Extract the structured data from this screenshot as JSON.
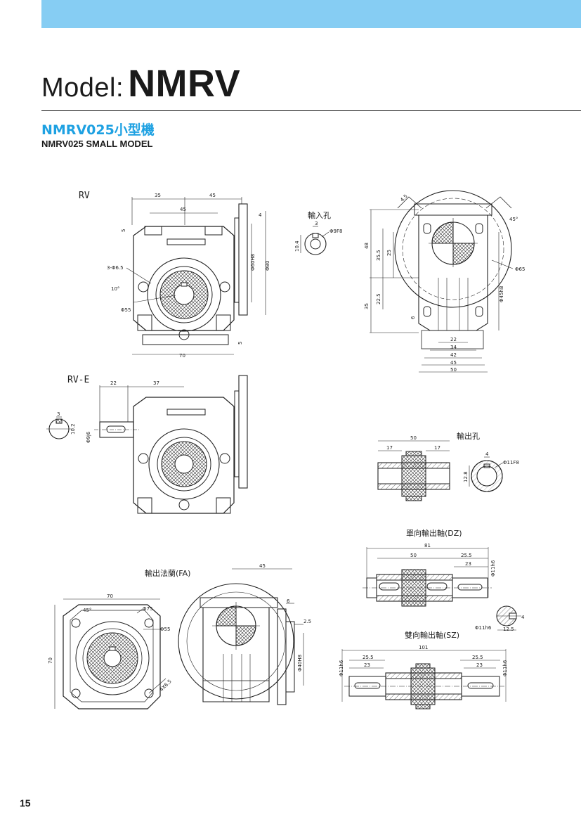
{
  "header": {
    "model_label": "Model:",
    "model_name": "NMRV",
    "subtitle_zh": "NMRV025小型機",
    "subtitle_en": "NMRV025 SMALL MODEL"
  },
  "page_number": "15",
  "drawings": {
    "rv": {
      "label": "RV",
      "dims": [
        "35",
        "45",
        "45",
        "4",
        "5",
        "Φ60H8",
        "Φ80",
        "3-Φ6.5",
        "10°",
        "Φ55",
        "70",
        "5"
      ]
    },
    "input_hole": {
      "title": "輸入孔",
      "dims": [
        "3",
        "Φ9F8",
        "10.4"
      ]
    },
    "side_view": {
      "dims": [
        "45°",
        "48",
        "35.5",
        "25",
        "Φ65",
        "Φ45h8",
        "22.5",
        "35",
        "6",
        "22",
        "34",
        "42",
        "45",
        "50",
        "4.5"
      ]
    },
    "rv_e": {
      "label": "RV-E",
      "dims": [
        "22",
        "37",
        "3",
        "10.2",
        "Φ9j6"
      ]
    },
    "output_hole": {
      "title": "輸出孔",
      "dims": [
        "50",
        "17",
        "17",
        "4",
        "Φ11F8",
        "12.8"
      ]
    },
    "single_shaft": {
      "title": "單向輸出軸(DZ)",
      "dims": [
        "81",
        "50",
        "25.5",
        "23",
        "Φ11h6",
        "4",
        "Φ11h6",
        "12.5"
      ]
    },
    "double_shaft": {
      "title": "雙向輸出軸(SZ)",
      "dims": [
        "101",
        "25.5",
        "23",
        "25.5",
        "23",
        "Φ11h6",
        "Φ11h6"
      ]
    },
    "flange": {
      "title": "輸出法蘭(FA)",
      "dims": [
        "70",
        "45°",
        "Φ75",
        "Φ55",
        "70",
        "4X6.5",
        "45",
        "6",
        "2.5",
        "Φ40H8"
      ]
    }
  }
}
